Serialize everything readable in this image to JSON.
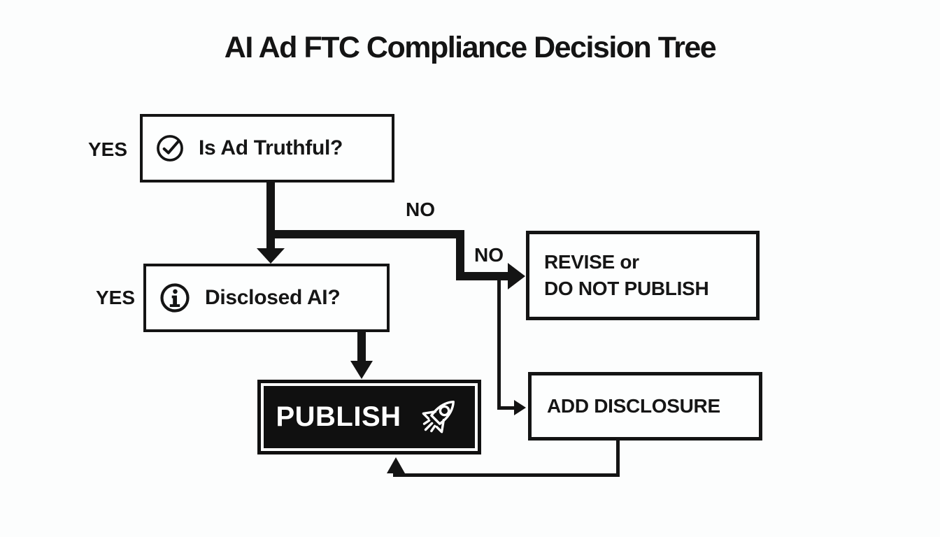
{
  "title": "AI Ad FTC Compliance Decision Tree",
  "colors": {
    "background": "#fcfdfd",
    "ink": "#141414",
    "publish_fill": "#101010",
    "publish_text": "#ffffff"
  },
  "nodes": {
    "truthful": {
      "label": "Is Ad Truthful?",
      "icon": "check-circle"
    },
    "disclosed": {
      "label": "Disclosed AI?",
      "icon": "info-circle"
    },
    "revise": {
      "label_line1": "REVISE or",
      "label_line2": "DO NOT PUBLISH"
    },
    "add_disclosure": {
      "label": "ADD DISCLOSURE"
    },
    "publish": {
      "label": "PUBLISH",
      "icon": "rocket"
    }
  },
  "edge_labels": {
    "truthful_yes": "YES",
    "truthful_no": "NO",
    "disclosed_yes": "YES",
    "disclosed_no": "NO"
  },
  "edges": [
    {
      "from": "truthful",
      "to": "disclosed",
      "label": "YES"
    },
    {
      "from": "truthful",
      "to": "revise",
      "label": "NO"
    },
    {
      "from": "disclosed",
      "to": "publish",
      "label": "YES"
    },
    {
      "from": "disclosed",
      "to": "add_disclosure",
      "label": "NO"
    },
    {
      "from": "add_disclosure",
      "to": "publish",
      "label": ""
    }
  ]
}
